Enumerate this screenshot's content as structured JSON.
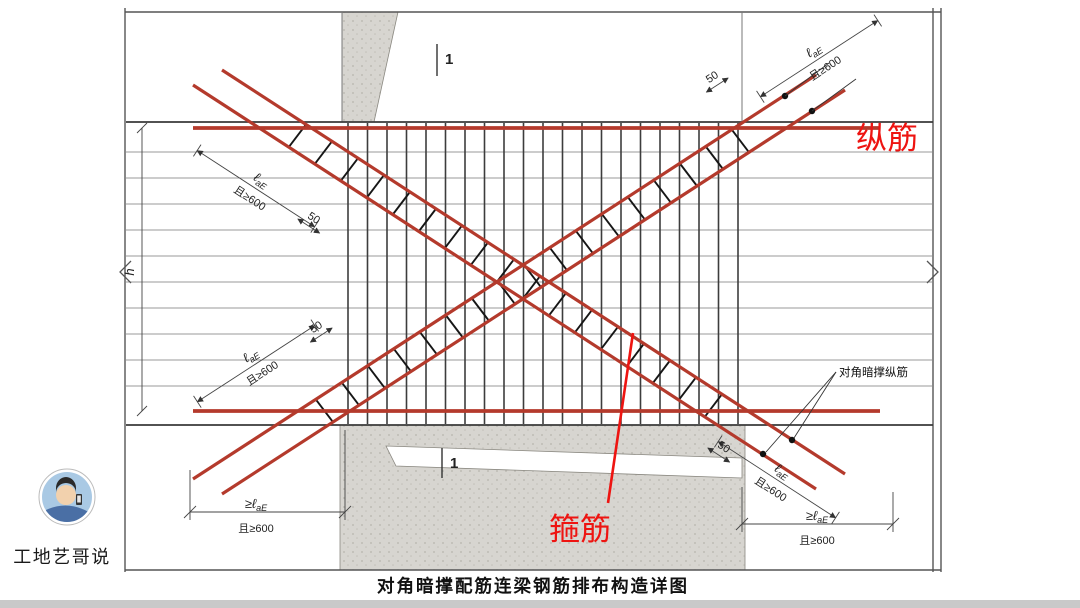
{
  "drawing": {
    "title": "对角暗撑配筋连梁钢筋排布构造详图",
    "labels": {
      "longitudinal_bar": "纵筋",
      "stirrup": "箍筋",
      "diagonal_brace_bar": "对角暗撑纵筋",
      "section_mark_top": "1",
      "section_mark_bottom": "1"
    },
    "dims": {
      "l": "ℓ",
      "sub_aE": "aE",
      "and_ge_600": "且≥600",
      "fifty": "50",
      "ge_l": "≥ℓ",
      "beam_height": "h"
    },
    "colors": {
      "rebar_red": "#b43a2c",
      "label_red": "#ee1411",
      "concrete_gray": "#d7d5d0"
    }
  },
  "watermark": {
    "name": "工地艺哥说"
  }
}
